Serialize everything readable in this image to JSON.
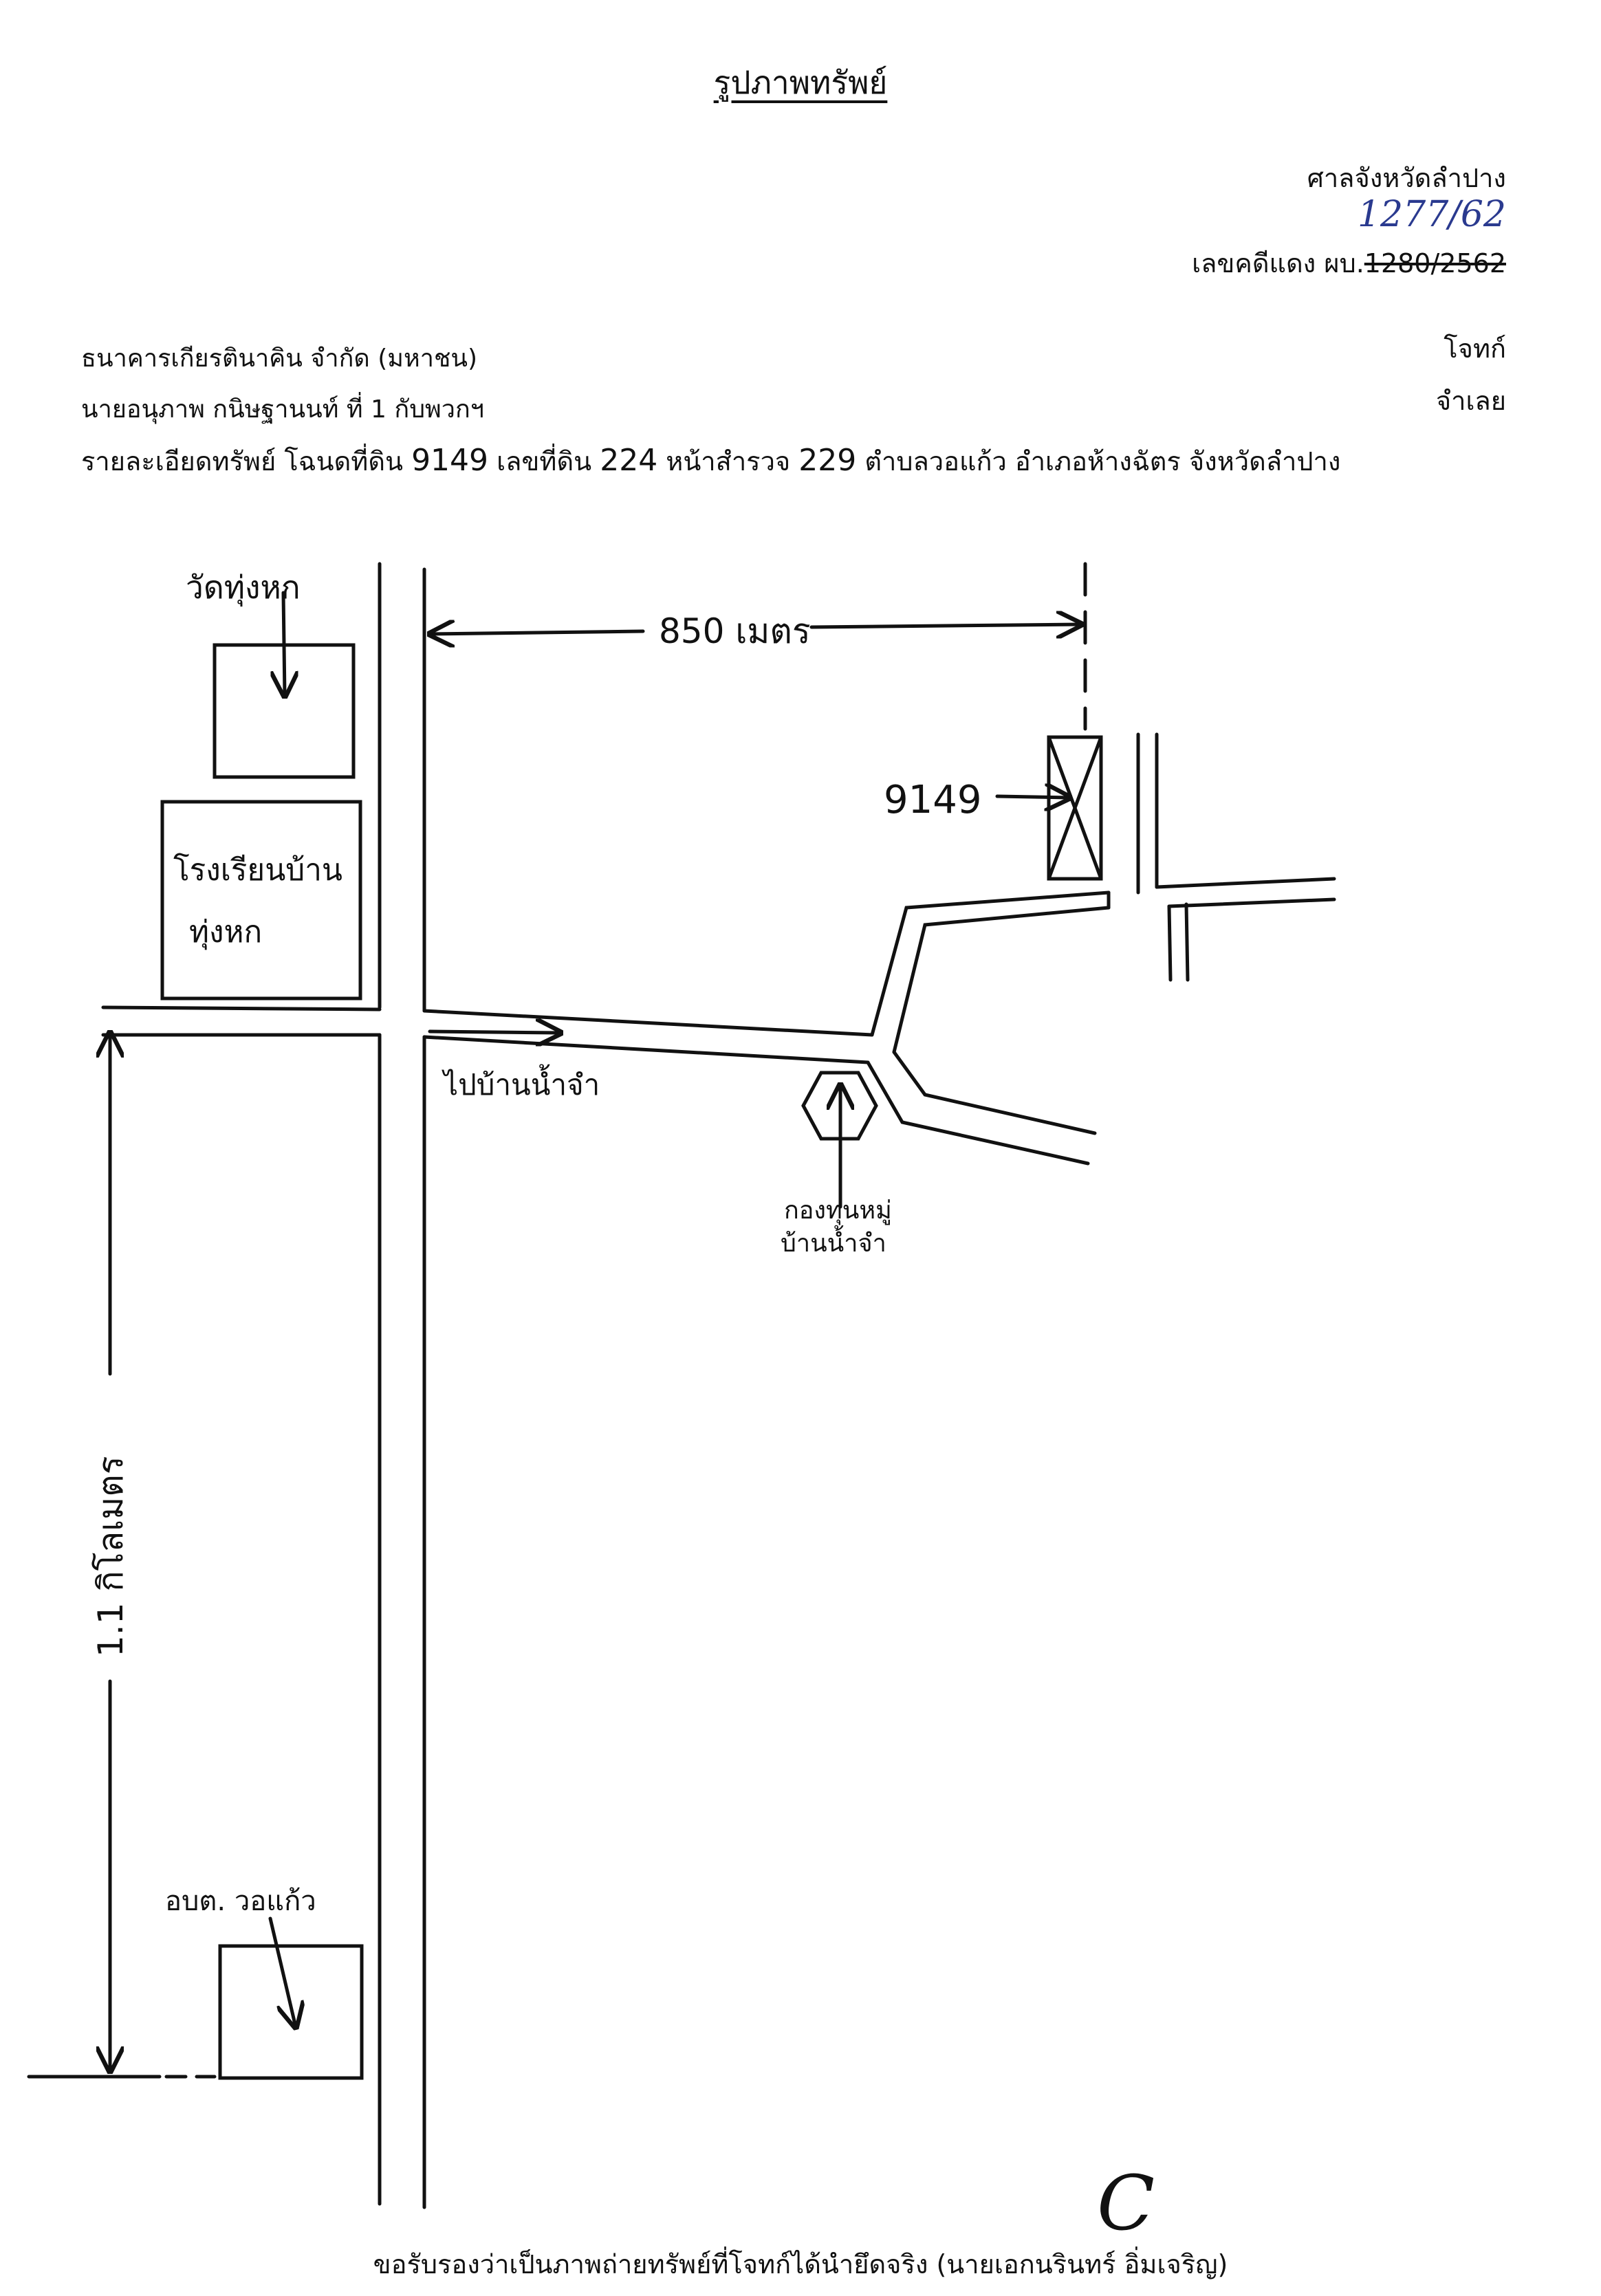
{
  "header": {
    "title": "รูปภาพทรัพย์",
    "court": "ศาลจังหวัดลำปาง",
    "handwritten_case": "1277/62",
    "case_label": "เลขคดีแดง ผบ.",
    "case_struck": "1280/2562"
  },
  "parties": {
    "plaintiff_name": "ธนาคารเกียรตินาคิน จำกัด  (มหาชน)",
    "plaintiff_role": "โจทก์",
    "defendant_name": "นายอนุภาพ  กนิษฐานนท์  ที่ 1 กับพวกฯ",
    "defendant_role": "จำเลย"
  },
  "property": {
    "l1": "รายละเอียดทรัพย์  โฉนดที่ดิน",
    "deed": "9149",
    "l2": "เลขที่ดิน",
    "land": "224",
    "l3": "หน้าสำรวจ",
    "survey": "229",
    "l4": "ตำบลวอแก้ว  อำเภอห้างฉัตร  จังหวัดลำปาง"
  },
  "map": {
    "temple": "วัดทุ่งหก",
    "school_l1": "โรงเรียนบ้าน",
    "school_l2": "ทุ่งหก",
    "distance_top": "850 เมตร",
    "plot": "9149",
    "road_to": "ไปบ้านน้ำจำ",
    "village_l1": "กองทุนหมู่",
    "village_l2": "บ้านน้ำจำ",
    "distance_side": "1.1 กิโลเมตร",
    "sao": "อบต. วอแก้ว"
  },
  "footer": {
    "certify": "ขอรับรองว่าเป็นภาพถ่ายทรัพย์ที่โจทก์ได้นำยึดจริง  (นายเอกนรินทร์  อิ่มเจริญ)",
    "signature": "C"
  }
}
